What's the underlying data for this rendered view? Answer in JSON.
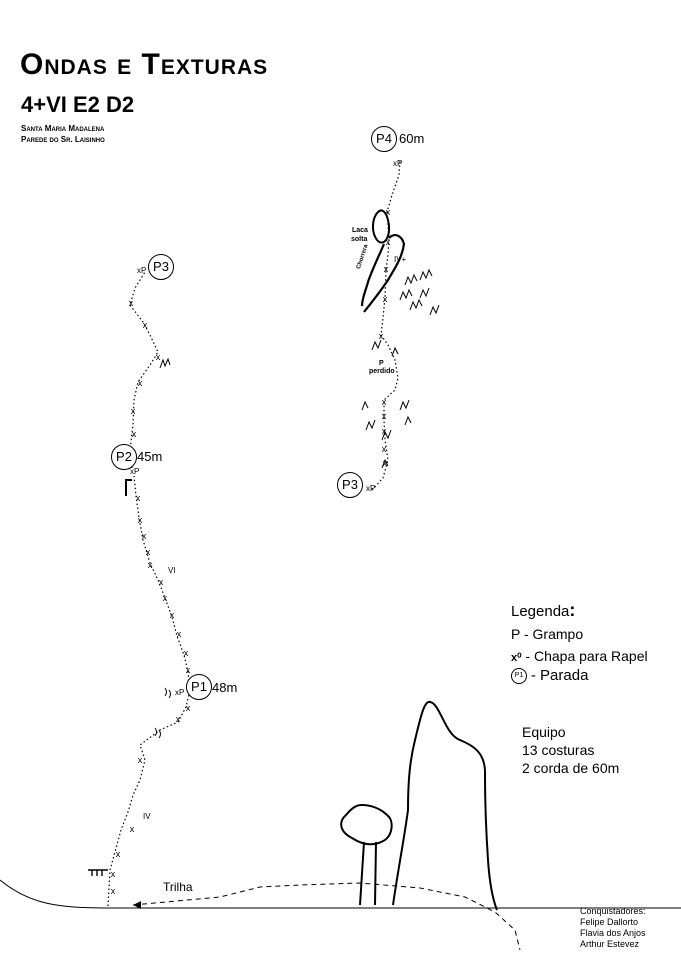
{
  "header": {
    "title": "Ondas e Texturas",
    "grade": "4+VI E2 D2",
    "location_line1": "Santa Maria Madalena",
    "location_line2": "Parede do Sr. Laisinho"
  },
  "pitches": {
    "p1": {
      "label": "P1",
      "length": "48m"
    },
    "p2": {
      "label": "P2",
      "length": "45m"
    },
    "p3_left": {
      "label": "P3"
    },
    "p3_right": {
      "label": "P3"
    },
    "p4": {
      "label": "P4",
      "length": "60m"
    }
  },
  "grades": {
    "pitch1": "IV",
    "pitch2": "VI",
    "pitch4": "IV+"
  },
  "features": {
    "laca_line1": "Laca",
    "laca_line2": "solta",
    "chorrera": "Chorrera",
    "p_perdido_p": "P",
    "p_perdido": "perdido",
    "trail": "Trilha"
  },
  "legend": {
    "title": "Legenda",
    "items": [
      {
        "symbol": "P",
        "text": "P - Grampo"
      },
      {
        "symbol": "x-o",
        "text": "- Chapa para Rapel"
      },
      {
        "symbol": "P1",
        "text": "- Parada"
      }
    ]
  },
  "equipment": {
    "heading": "Equipo",
    "line1": "13 costuras",
    "line2": "2 corda de 60m"
  },
  "credits": {
    "heading": "Conquistadores:",
    "names": [
      "Felipe Dallorto",
      "Flavia dos Anjos",
      "Arthur Estevez"
    ]
  },
  "marks": {
    "bolt": "x",
    "piton": "P",
    "anchor": "xP"
  }
}
